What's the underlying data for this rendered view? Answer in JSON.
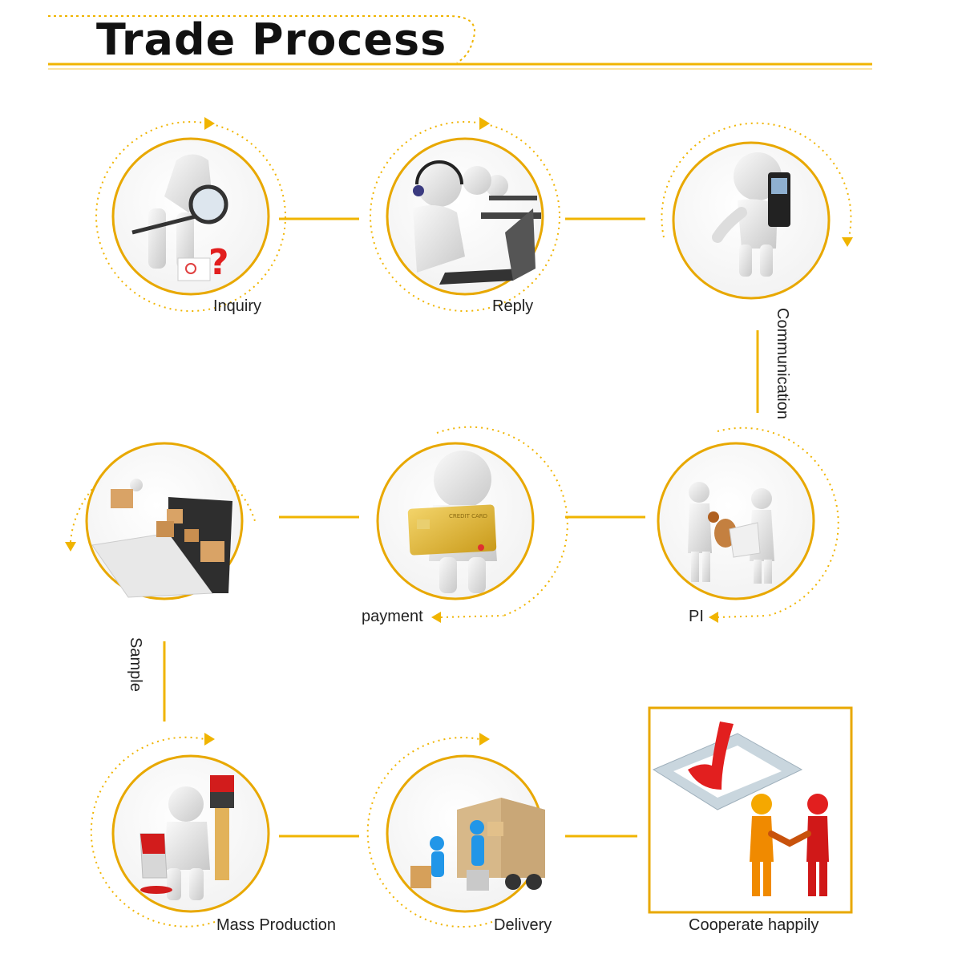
{
  "title": "Trade Process",
  "colors": {
    "accent": "#f0b400",
    "ring": "#e8a800",
    "text": "#222222"
  },
  "steps": [
    {
      "label": "Inquiry",
      "icon": "magnifier-inquiry-icon"
    },
    {
      "label": "Reply",
      "icon": "headset-operators-icon"
    },
    {
      "label": "Communication",
      "icon": "phone-call-icon"
    },
    {
      "label": "PI",
      "icon": "stamp-contract-icon"
    },
    {
      "label": "payment",
      "icon": "credit-card-icon"
    },
    {
      "label": "Sample",
      "icon": "laptop-packages-icon"
    },
    {
      "label": "Mass Production",
      "icon": "paint-brush-icon"
    },
    {
      "label": "Delivery",
      "icon": "delivery-truck-icon"
    },
    {
      "label": "Cooperate happily",
      "icon": "handshake-checkmark-icon"
    }
  ],
  "credit_card_text": "CREDIT CARD"
}
